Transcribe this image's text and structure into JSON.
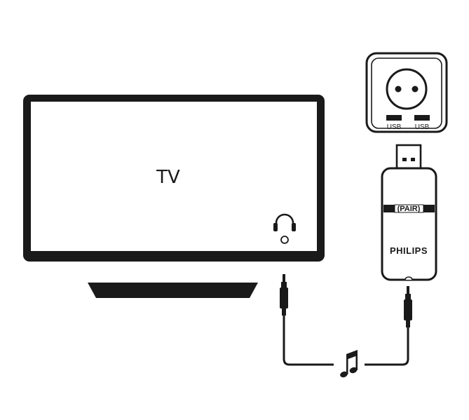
{
  "tv": {
    "label": "TV"
  },
  "socket": {
    "usb_left": "USB",
    "usb_right": "USB"
  },
  "transmitter": {
    "button_label": "(PAIR)",
    "brand": "PHILIPS"
  },
  "icons": {
    "headphone": "headphone-icon",
    "music_note": "music-note-icon"
  },
  "colors": {
    "ink": "#1a1a1a",
    "background": "#ffffff"
  }
}
